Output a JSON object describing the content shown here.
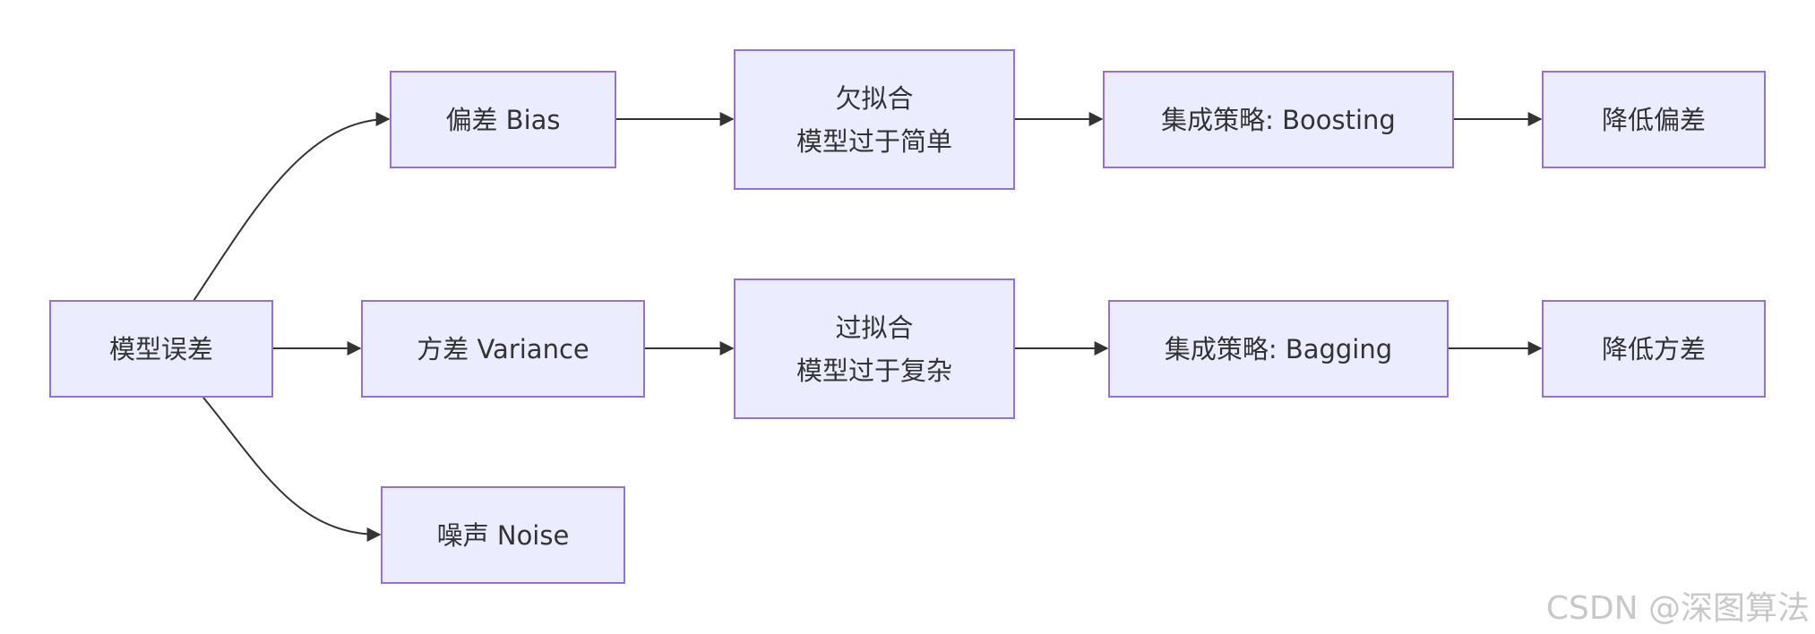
{
  "nodes": {
    "model_error": "模型误差",
    "bias": "偏差 Bias",
    "variance": "方差 Variance",
    "noise": "噪声 Noise",
    "underfit": [
      "欠拟合",
      "模型过于简单"
    ],
    "overfit": [
      "过拟合",
      "模型过于复杂"
    ],
    "boosting": "集成策略: Boosting",
    "bagging": "集成策略: Bagging",
    "reduce_bias": "降低偏差",
    "reduce_variance": "降低方差"
  },
  "edges": [
    {
      "from": "model_error",
      "to": "bias"
    },
    {
      "from": "model_error",
      "to": "variance"
    },
    {
      "from": "model_error",
      "to": "noise"
    },
    {
      "from": "bias",
      "to": "underfit"
    },
    {
      "from": "underfit",
      "to": "boosting"
    },
    {
      "from": "boosting",
      "to": "reduce_bias"
    },
    {
      "from": "variance",
      "to": "overfit"
    },
    {
      "from": "overfit",
      "to": "bagging"
    },
    {
      "from": "bagging",
      "to": "reduce_variance"
    }
  ],
  "watermark": "CSDN @深图算法",
  "colors": {
    "node_fill": "#ececff",
    "node_border": "#9370db",
    "edge": "#333333",
    "text": "#333333"
  }
}
